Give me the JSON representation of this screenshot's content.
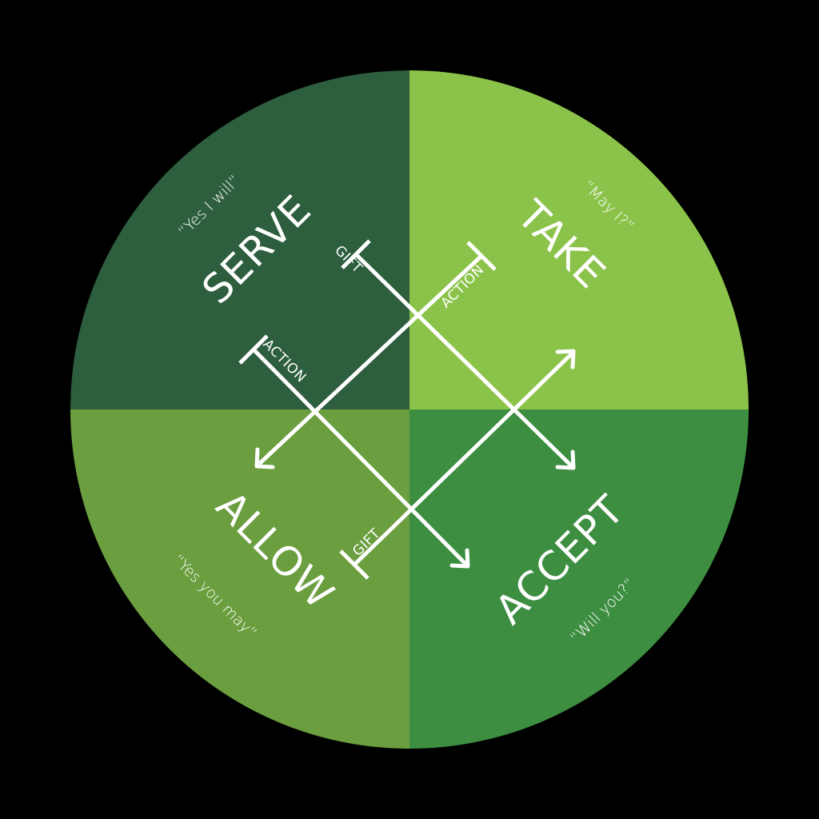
{
  "colors": {
    "background": "#000000",
    "serve_quadrant": "#2D5E3E",
    "take_quadrant": "#8BC34A",
    "allow_quadrant": "#6A9E3F",
    "accept_quadrant": "#3D8E41",
    "foreground": "#ffffff"
  },
  "quadrants": {
    "serve": {
      "title": "SERVE",
      "quote": "“Yes I will”"
    },
    "take": {
      "title": "TAKE",
      "quote": "“May I?”"
    },
    "allow": {
      "title": "ALLOW",
      "quote": "“Yes you may”"
    },
    "accept": {
      "title": "ACCEPT",
      "quote": "“Will you?”"
    }
  },
  "arrows": {
    "top_left_gift": "GIFT",
    "top_right_action": "ACTION",
    "left_action": "ACTION",
    "bottom_gift": "GIFT"
  },
  "edge_labels": {
    "top": "",
    "bottom": "",
    "left": "",
    "right": ""
  }
}
